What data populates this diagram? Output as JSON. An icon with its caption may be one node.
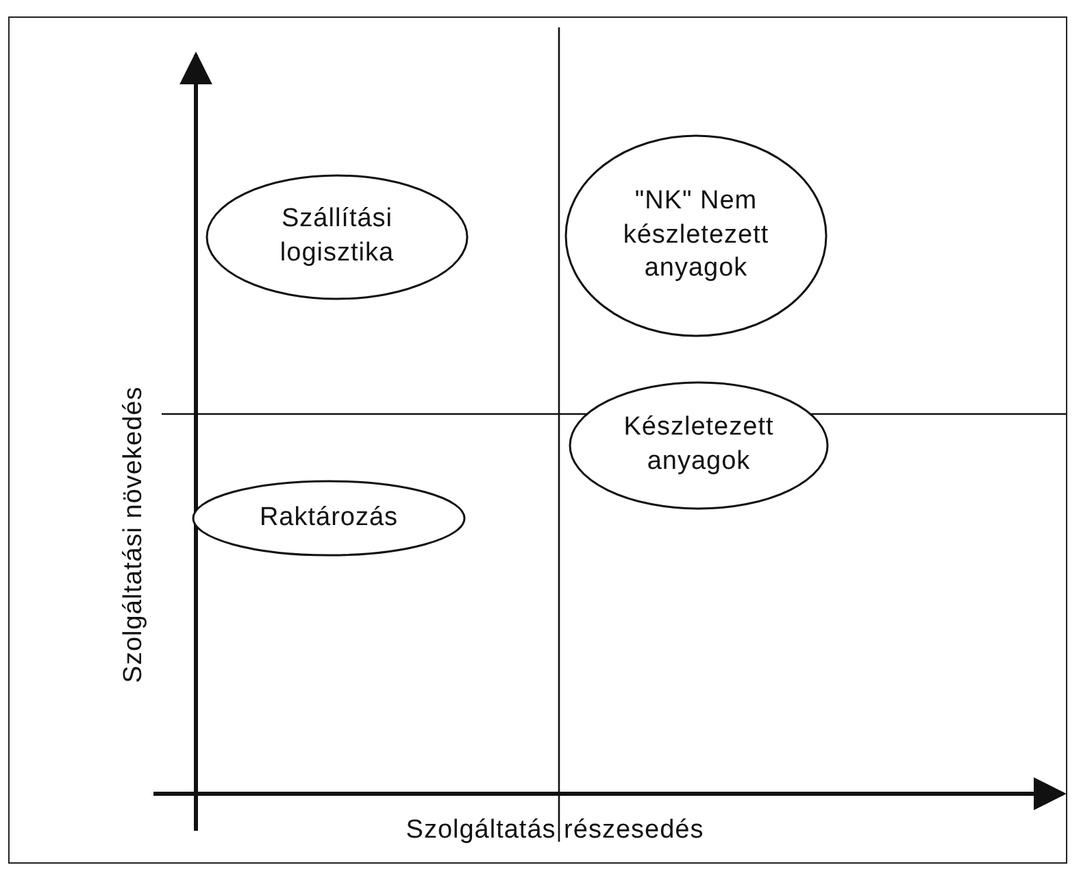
{
  "diagram": {
    "nodes": [
      {
        "text": [
          "Szállítási logisztika"
        ]
      },
      {
        "text": [
          "\"NK\" Nem készletezett anyagok"
        ]
      },
      {
        "text": [
          "Készletezett anyagok"
        ]
      },
      {
        "text": [
          "Raktározás"
        ]
      }
    ],
    "labels": [
      "Szolgáltatási növekedés",
      "Szolgáltatás részesedés"
    ]
  }
}
